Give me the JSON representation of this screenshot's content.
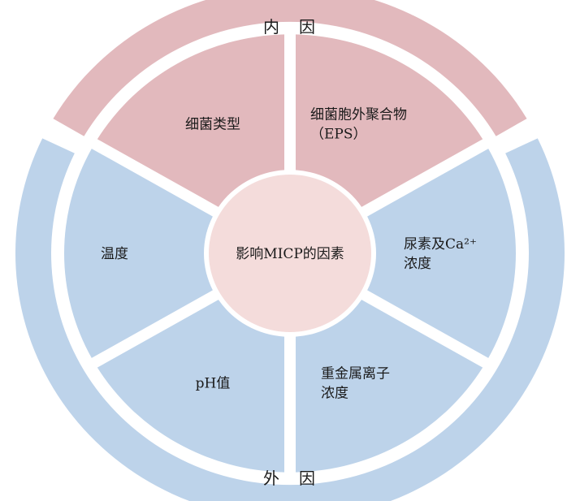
{
  "diagram": {
    "center": {
      "label": "影响MICP的因素"
    },
    "outer_ring": {
      "top_label": "内　因",
      "bottom_label": "外　因"
    },
    "segments": [
      {
        "id": "bacteria-type",
        "lines": [
          "细菌类型"
        ],
        "group": "internal"
      },
      {
        "id": "eps",
        "lines": [
          "细菌胞外聚合物",
          "（EPS）"
        ],
        "group": "internal"
      },
      {
        "id": "urea-calcium",
        "lines": [
          "尿素及Ca²⁺",
          "浓度"
        ],
        "group": "external"
      },
      {
        "id": "heavy-metal",
        "lines": [
          "重金属离子",
          "浓度"
        ],
        "group": "external"
      },
      {
        "id": "ph",
        "lines": [
          "pH值"
        ],
        "group": "external"
      },
      {
        "id": "temperature",
        "lines": [
          "温度"
        ],
        "group": "external"
      }
    ],
    "colors": {
      "internal": "#e2b9bd",
      "external": "#bdd3ea",
      "center": "#f4dcdb",
      "gap": "#ffffff"
    }
  }
}
